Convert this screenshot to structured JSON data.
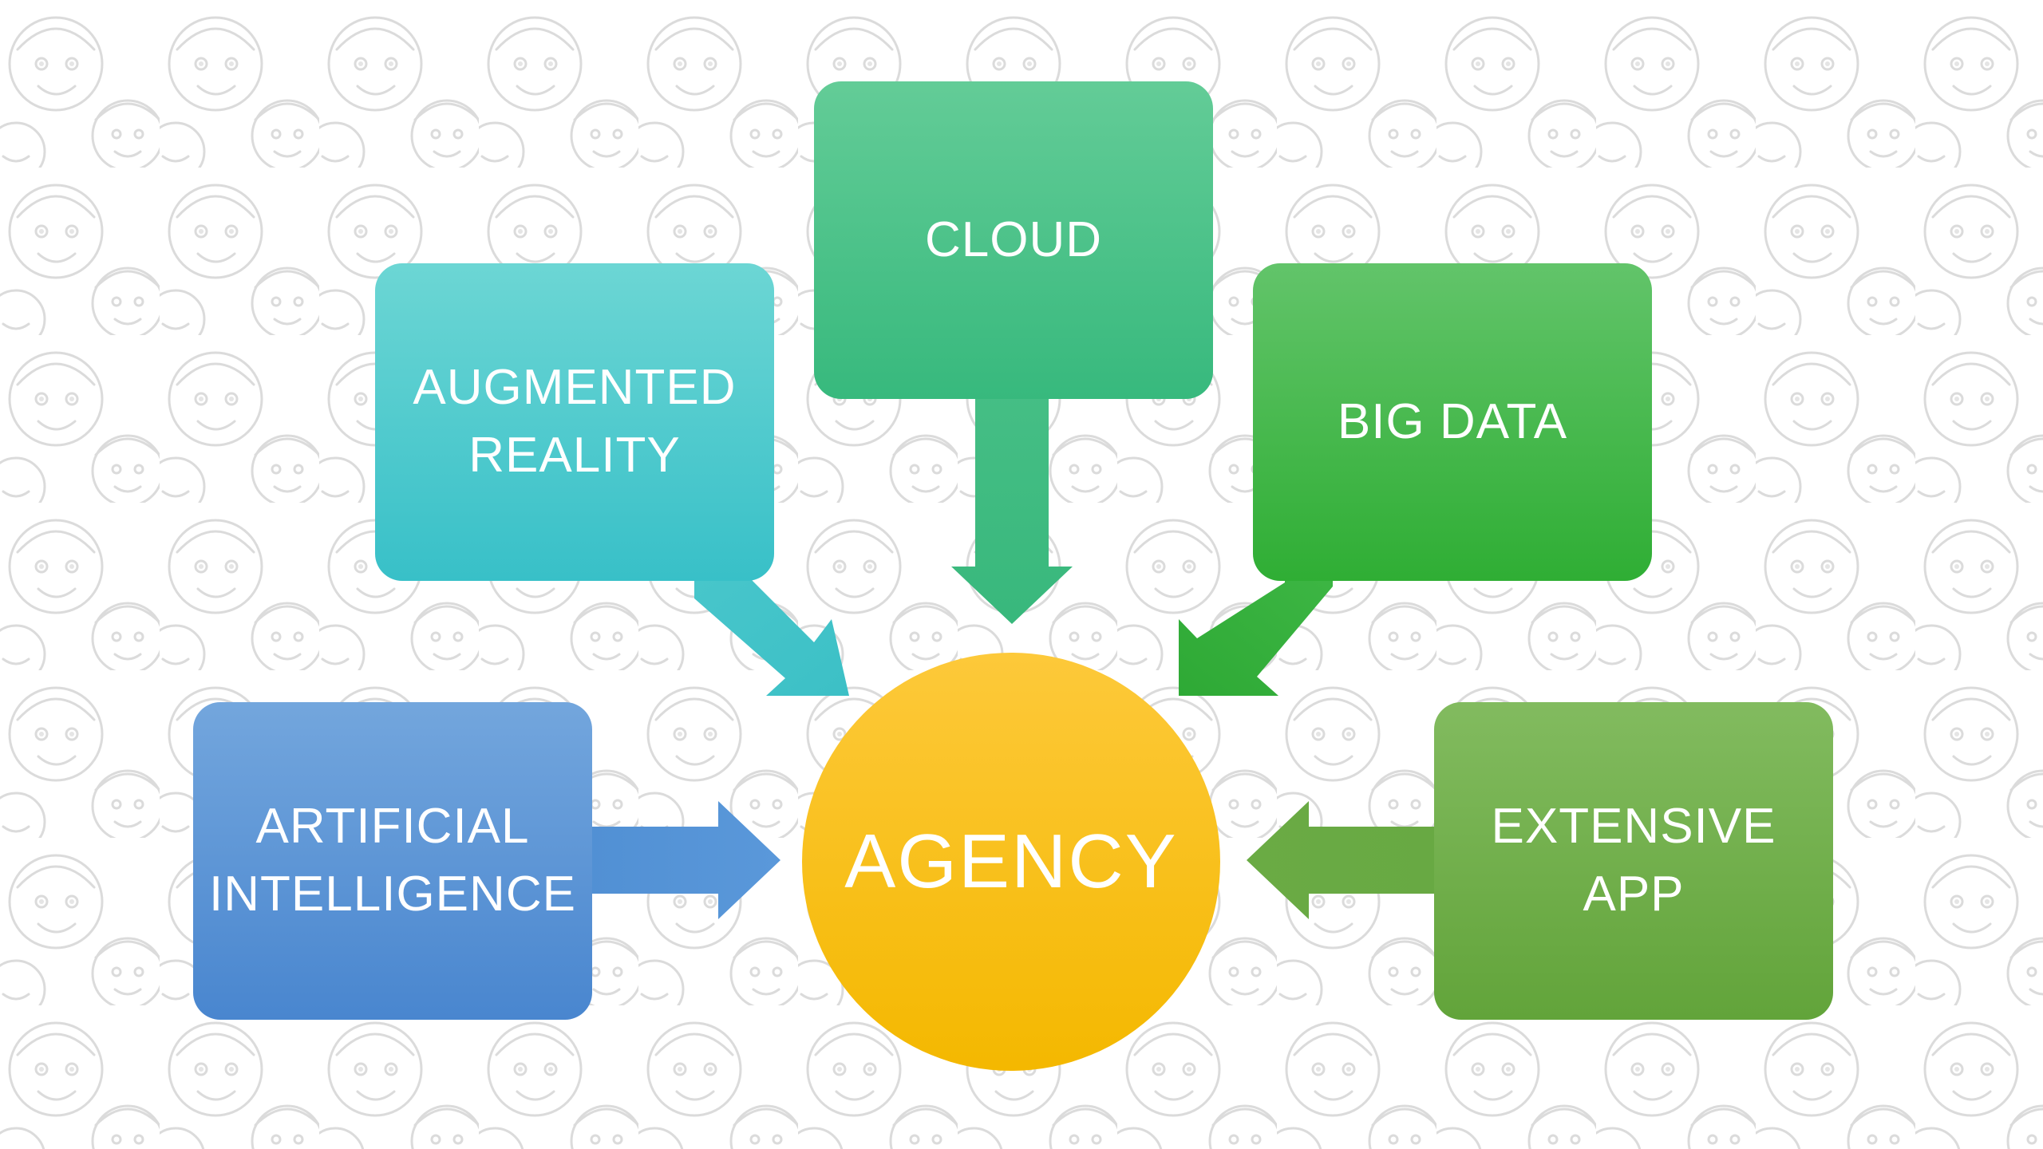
{
  "hub": {
    "label": "AGENCY",
    "color": "#FDC224"
  },
  "nodes": {
    "cloud": {
      "label": "CLOUD",
      "color": "#4CC38A",
      "icon": "arrow-down-icon"
    },
    "ar": {
      "label": "AUGMENTED\nREALITY",
      "color": "#55CCCE",
      "icon": "arrow-down-right-icon"
    },
    "bigdata": {
      "label": "BIG DATA",
      "color": "#45B94C",
      "icon": "arrow-down-left-icon"
    },
    "ai": {
      "label": "ARTIFICIAL\nINTELLIGENCE",
      "color": "#5B95D6",
      "icon": "arrow-right-icon"
    },
    "app": {
      "label": "EXTENSIVE\nAPP",
      "color": "#72AF4C",
      "icon": "arrow-left-icon"
    }
  },
  "background": {
    "pattern": "cartoon-faces-line-art"
  }
}
